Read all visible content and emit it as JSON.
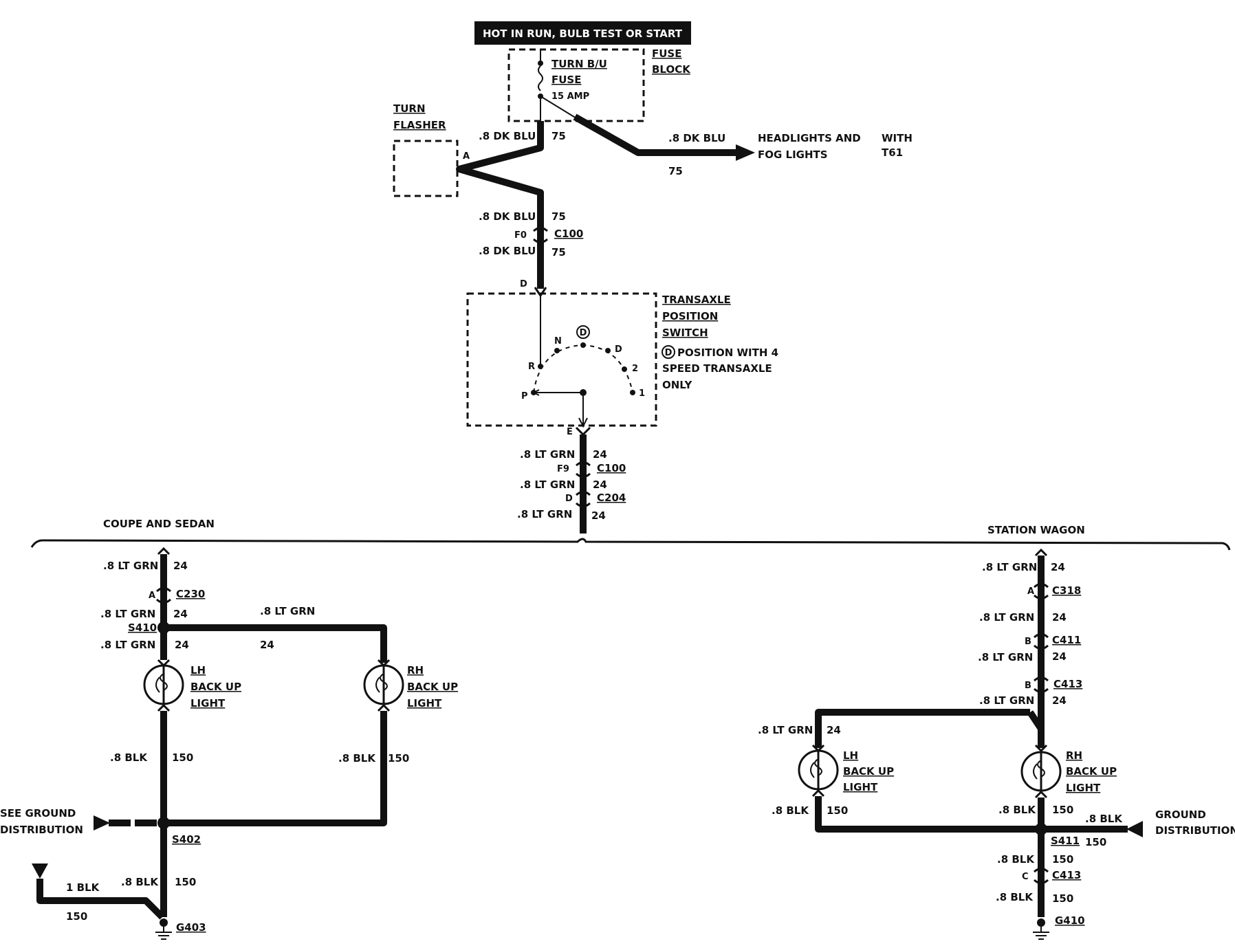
{
  "header": {
    "power": "HOT IN RUN, BULB TEST OR START"
  },
  "fuse_block": {
    "title_1": "FUSE",
    "title_2": "BLOCK",
    "fuse_name_1": "TURN B/U",
    "fuse_name_2": "FUSE",
    "rating": "15 AMP"
  },
  "turn_flasher": {
    "title_1": "TURN",
    "title_2": "FLASHER",
    "terminal": "A"
  },
  "headlight_branch": {
    "wire": ".8 DK BLU",
    "circuit": "75",
    "dest_1": "HEADLIGHTS AND",
    "dest_2": "FOG LIGHTS",
    "option_1": "WITH",
    "option_2": "T61"
  },
  "feed_wires": {
    "w1": ".8 DK BLU",
    "w1c": "75",
    "w2": ".8 DK BLU",
    "w2c": "75",
    "conn_pin": "F0",
    "conn": "C100",
    "w3": ".8 DK BLU",
    "w3c": "75"
  },
  "transaxle_switch": {
    "title_1": "TRANSAXLE",
    "title_2": "POSITION",
    "title_3": "SWITCH",
    "pin_in": "D",
    "pin_out": "E",
    "positions": [
      "P",
      "R",
      "N",
      "D",
      "D",
      "2",
      "1"
    ],
    "note_1": "POSITION WITH 4",
    "note_2": "SPEED TRANSAXLE",
    "note_3": "ONLY",
    "note_symbol": "D"
  },
  "output_wires": {
    "w1": ".8 LT GRN",
    "w1c": "24",
    "pin1": "F9",
    "conn1": "C100",
    "w2": ".8 LT GRN",
    "w2c": "24",
    "pin2": "D",
    "conn2": "C204",
    "w3": ".8 LT GRN",
    "w3c": "24"
  },
  "coupe_sedan": {
    "title": "COUPE AND SEDAN",
    "w1": ".8 LT GRN",
    "w1c": "24",
    "pin": "A",
    "conn": "C230",
    "w2": ".8 LT GRN",
    "w2c": "24",
    "splice": "S410",
    "w3": ".8 LT GRN",
    "w3c": "24",
    "branch_wire": ".8 LT GRN",
    "branch_circuit": "24",
    "lh_1": "LH",
    "lh_2": "BACK UP",
    "lh_3": "LIGHT",
    "rh_1": "RH",
    "rh_2": "BACK UP",
    "rh_3": "LIGHT",
    "lh_ground_wire": ".8 BLK",
    "lh_ground_circuit": "150",
    "rh_ground_wire": ".8 BLK",
    "rh_ground_circuit": "150",
    "ground_ref_1": "SEE GROUND",
    "ground_ref_2": "DISTRIBUTION",
    "splice_ground": "S402",
    "blk_wire": ".8 BLK",
    "blk_circuit": "150",
    "side_wire": "1 BLK",
    "side_circuit": "150",
    "ground": "G403"
  },
  "station_wagon": {
    "title": "STATION WAGON",
    "w1": ".8 LT GRN",
    "w1c": "24",
    "pin1": "A",
    "conn1": "C318",
    "w2": ".8 LT GRN",
    "w2c": "24",
    "pin2": "B",
    "conn2": "C411",
    "w3": ".8 LT GRN",
    "w3c": "24",
    "pin3": "B",
    "conn3": "C413",
    "w4": ".8 LT GRN",
    "w4c": "24",
    "lh_wire": ".8 LT GRN",
    "lh_circuit": "24",
    "lh_1": "LH",
    "lh_2": "BACK UP",
    "lh_3": "LIGHT",
    "rh_1": "RH",
    "rh_2": "BACK UP",
    "rh_3": "LIGHT",
    "lh_ground_wire": ".8 BLK",
    "lh_ground_circuit": "150",
    "rh_ground_wire": ".8 BLK",
    "rh_ground_circuit": "150",
    "dist_wire": ".8 BLK",
    "dist_circuit": "150",
    "ground_ref_1": "GROUND",
    "ground_ref_2": "DISTRIBUTION",
    "splice": "S411",
    "w5": ".8 BLK",
    "w5c": "150",
    "pin4": "C",
    "conn4": "C413",
    "w6": ".8 BLK",
    "w6c": "150",
    "ground": "G410"
  }
}
